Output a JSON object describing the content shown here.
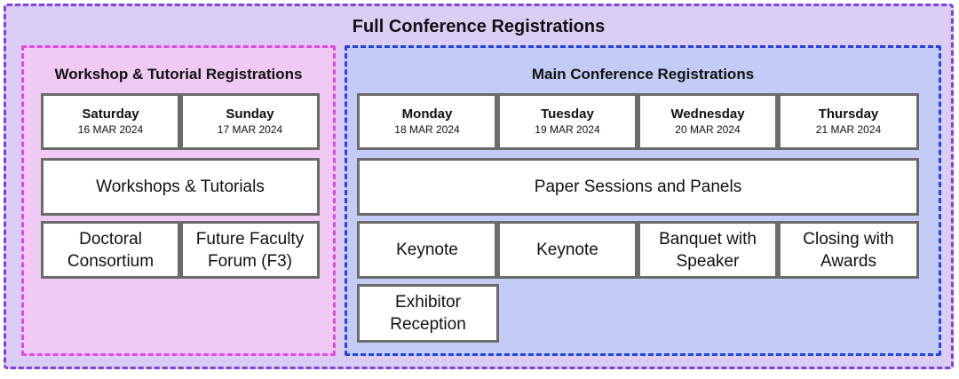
{
  "outer": {
    "title": "Full Conference Registrations"
  },
  "workshop": {
    "title": "Workshop & Tutorial Registrations",
    "days": [
      {
        "name": "Saturday",
        "date": "16 MAR 2024"
      },
      {
        "name": "Sunday",
        "date": "17 MAR 2024"
      }
    ],
    "sessions": [
      {
        "label": "Workshops & Tutorials"
      },
      {
        "label_lines": [
          "Doctoral",
          "Consortium"
        ]
      },
      {
        "label_lines": [
          "Future Faculty",
          "Forum (F3)"
        ]
      }
    ]
  },
  "main": {
    "title": "Main Conference Registrations",
    "days": [
      {
        "name": "Monday",
        "date": "18 MAR 2024"
      },
      {
        "name": "Tuesday",
        "date": "19 MAR 2024"
      },
      {
        "name": "Wednesday",
        "date": "20 MAR 2024"
      },
      {
        "name": "Thursday",
        "date": "21 MAR 2024"
      }
    ],
    "sessions": [
      {
        "label": "Paper Sessions and Panels"
      },
      {
        "label": "Keynote"
      },
      {
        "label": "Keynote"
      },
      {
        "label_lines": [
          "Banquet with",
          "Speaker"
        ]
      },
      {
        "label_lines": [
          "Closing with",
          "Awards"
        ]
      },
      {
        "label_lines": [
          "Exhibitor",
          "Reception"
        ]
      }
    ]
  }
}
